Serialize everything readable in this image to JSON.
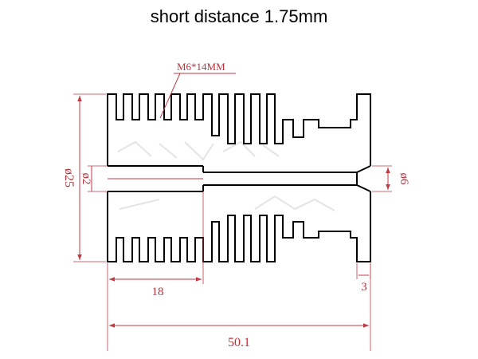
{
  "title": "short distance 1.75mm",
  "drawing": {
    "thread_label": "M6*14MM",
    "outer_diameter_label": "ø25",
    "bore_diameter_label": "ø2",
    "nozzle_diameter_label": "ø6",
    "bore_length_label": "18",
    "tip_length_label": "3",
    "total_length_label": "50.1"
  },
  "colors": {
    "outline": "#000000",
    "dimension": "#c03a44"
  }
}
